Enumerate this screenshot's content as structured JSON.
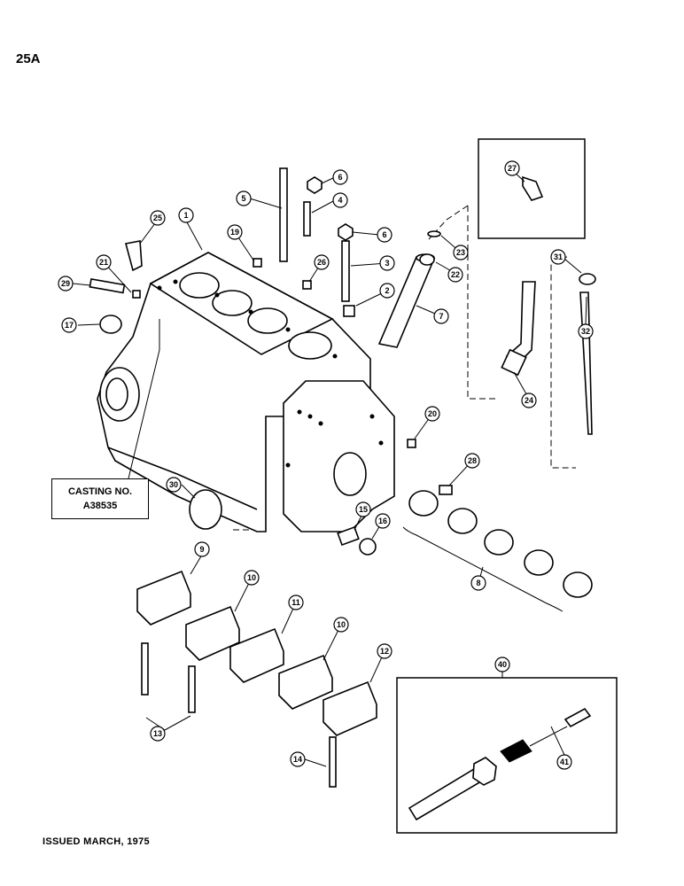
{
  "page": {
    "label": "25A",
    "footer": "ISSUED MARCH, 1975"
  },
  "casting_label": {
    "line1": "CASTING NO.",
    "line2": "A38535"
  },
  "callouts": [
    "1",
    "2",
    "3",
    "4",
    "5",
    "6",
    "7",
    "8",
    "9",
    "10",
    "11",
    "12",
    "13",
    "14",
    "15",
    "16",
    "17",
    "19",
    "20",
    "21",
    "22",
    "23",
    "24",
    "25",
    "26",
    "27",
    "28",
    "29",
    "30",
    "31",
    "32",
    "40",
    "41"
  ]
}
